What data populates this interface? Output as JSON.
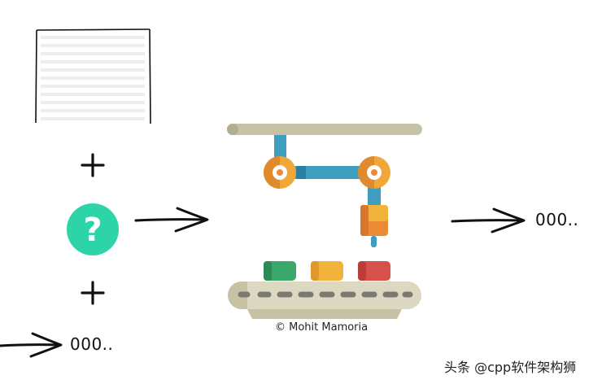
{
  "diagram": {
    "output_right": "000..",
    "output_left": "000..",
    "credit": "© Mohit Mamoria",
    "question_symbol": "?",
    "colors": {
      "question_circle": "#2dd4a7",
      "rail": "#c8c2a5",
      "arm_blue": "#3f9dbf",
      "joint_orange": "#f0a73a",
      "gripper_orange": "#ec8a35",
      "belt": "#ddd8c2",
      "belt_dark": "#7a7a72",
      "box_green": "#3aa86a",
      "box_yellow": "#f2b33d",
      "box_red": "#d8504a"
    },
    "icons": [
      "document-icon",
      "plus-icon",
      "question-icon",
      "arrow-right-icon",
      "robot-arm-icon",
      "conveyor-belt-icon"
    ]
  },
  "watermark": {
    "text": "头条 @cpp软件架构狮"
  }
}
